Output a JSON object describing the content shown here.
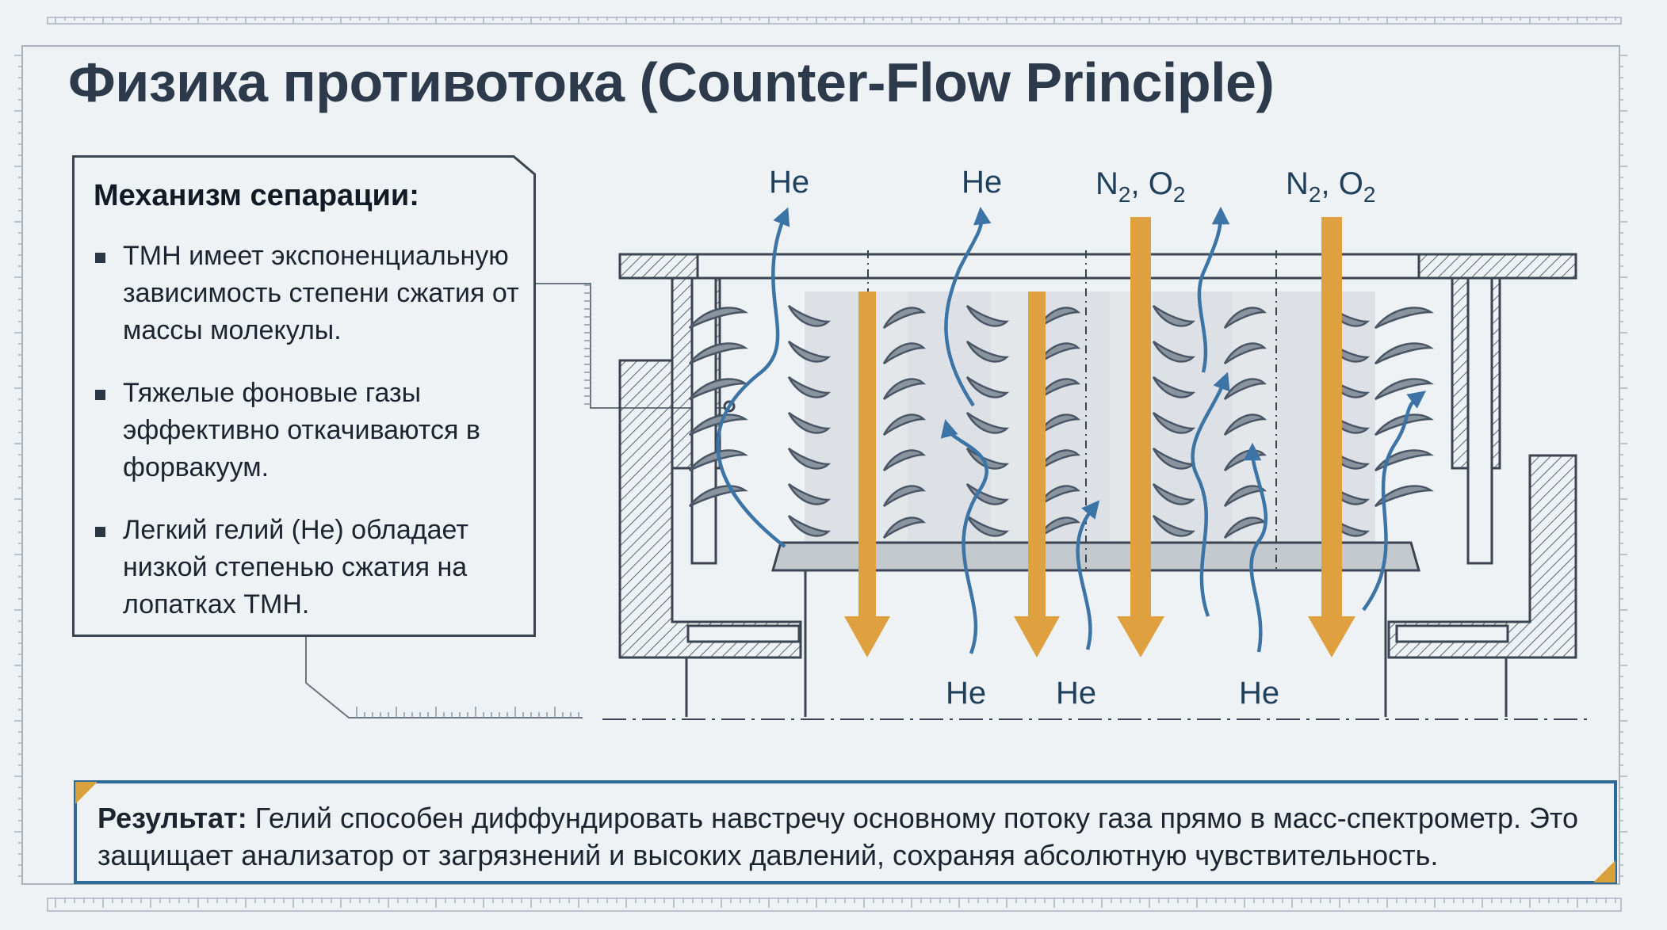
{
  "title": "Физика противотока (Counter-Flow Principle)",
  "mechanism": {
    "heading": "Механизм сепарации:",
    "bullets": [
      "ТМН имеет экспоненциальную зависимость степени сжатия от массы молекулы.",
      "Тяжелые фоновые газы эффективно откачиваются в форвакуум.",
      "Легкий гелий (Не) обладает низкой степенью сжатия на лопатках ТМН."
    ]
  },
  "diagram": {
    "top_labels": [
      {
        "text": "He",
        "sub": ""
      },
      {
        "text": "He",
        "sub": ""
      },
      {
        "text": "N",
        "sub": "2",
        "text2": ", O",
        "sub2": "2"
      },
      {
        "text": "N",
        "sub": "2",
        "text2": ", O",
        "sub2": "2"
      }
    ],
    "bottom_labels": [
      "He",
      "He",
      "He"
    ],
    "colors": {
      "helium_arrow": "#3c74a6",
      "heavy_gas_arrow": "#dfa13f",
      "housing_line": "#3b4450",
      "blade": "#4a5665"
    }
  },
  "result": {
    "label": "Результат:",
    "text": " Гелий способен диффундировать навстречу основному потоку газа прямо в масс-спектрометр. Это защищает анализатор от загрязнений и высоких давлений, сохраняя абсолютную чувствительность."
  }
}
